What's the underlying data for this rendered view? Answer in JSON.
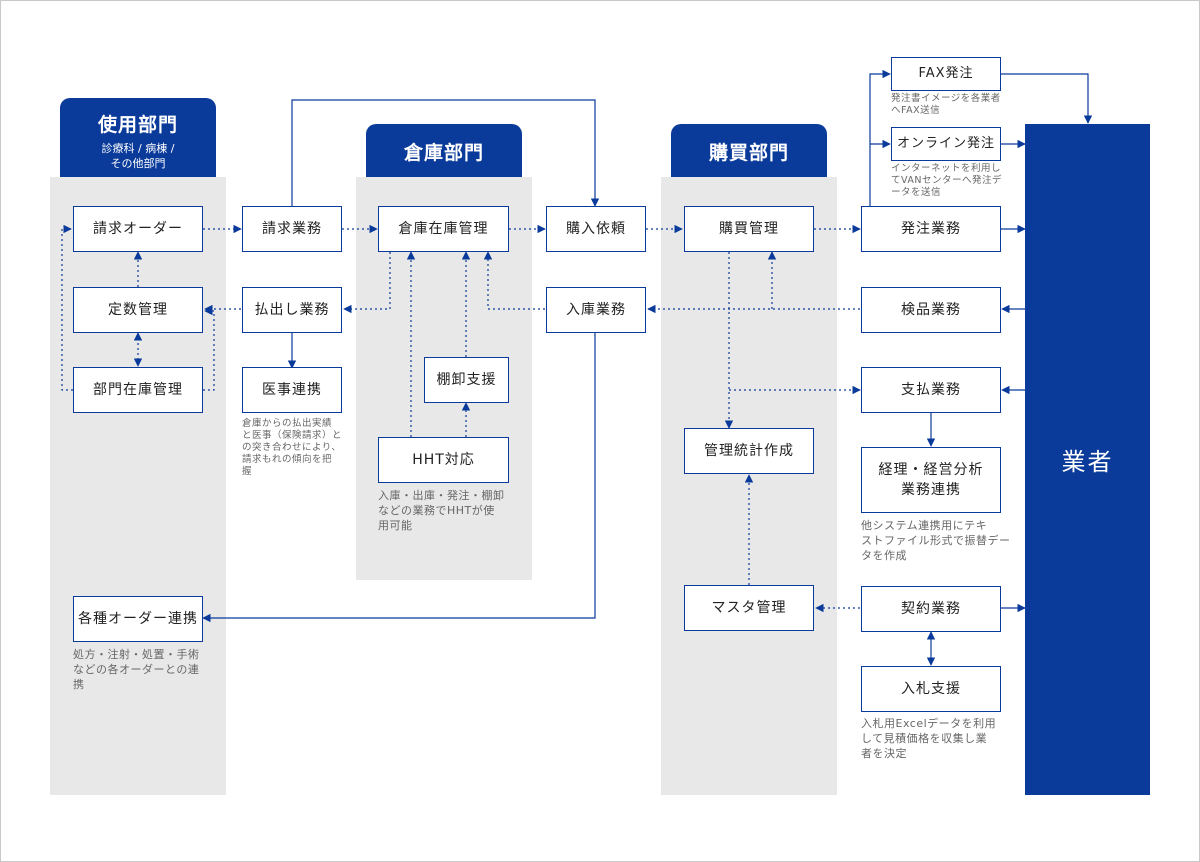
{
  "departments": {
    "user": {
      "title": "使用部門",
      "subtitle": "診療科 / 病棟 /\nその他部門"
    },
    "warehouse": {
      "title": "倉庫部門"
    },
    "purchase": {
      "title": "購買部門"
    }
  },
  "vendor": {
    "label": "業者"
  },
  "boxes": {
    "seikyu_order": "請求オーダー",
    "teisu": "定数管理",
    "bumon_zaiko": "部門在庫管理",
    "kakushu_order": "各種オーダー連携",
    "seikyu_gyomu": "請求業務",
    "haraidashi": "払出し業務",
    "iji_renkei": "医事連携",
    "souko_zaiko": "倉庫在庫管理",
    "tanaoroshi": "棚卸支援",
    "hht": "HHT対応",
    "konyu_irai": "購入依頼",
    "nyuko": "入庫業務",
    "kobai_kanri": "購買管理",
    "kanri_tokei": "管理統計作成",
    "master": "マスタ管理",
    "fax": "FAX発注",
    "online": "オンライン発注",
    "hatchu": "発注業務",
    "kenpin": "検品業務",
    "shiharai": "支払業務",
    "keiri": "経理・経営分析\n業務連携",
    "keiyaku": "契約業務",
    "nyusatsu": "入札支援"
  },
  "notes": {
    "kakushu": "処方・注射・処置・手術\nなどの各オーダーとの連\n携",
    "iji": "倉庫からの払出実績\nと医事（保険請求）と\nの突き合わせにより、\n請求もれの傾向を把\n握",
    "hht": "入庫・出庫・発注・棚卸\nなどの業務でHHTが使\n用可能",
    "fax": "発注書イメージを各業者\nへFAX送信",
    "online": "インターネットを利用し\nてVANセンターへ発注デ\nータを送信",
    "keiri": "他システム連携用にテキ\nストファイル形式で振替デー\nタを作成",
    "nyusatsu": "入札用Excelデータを利用\nして見積価格を収集し業\n者を決定"
  },
  "colors": {
    "accent": "#0a3a9a",
    "column_bg": "#e8e8e8",
    "note_text": "#666666"
  }
}
